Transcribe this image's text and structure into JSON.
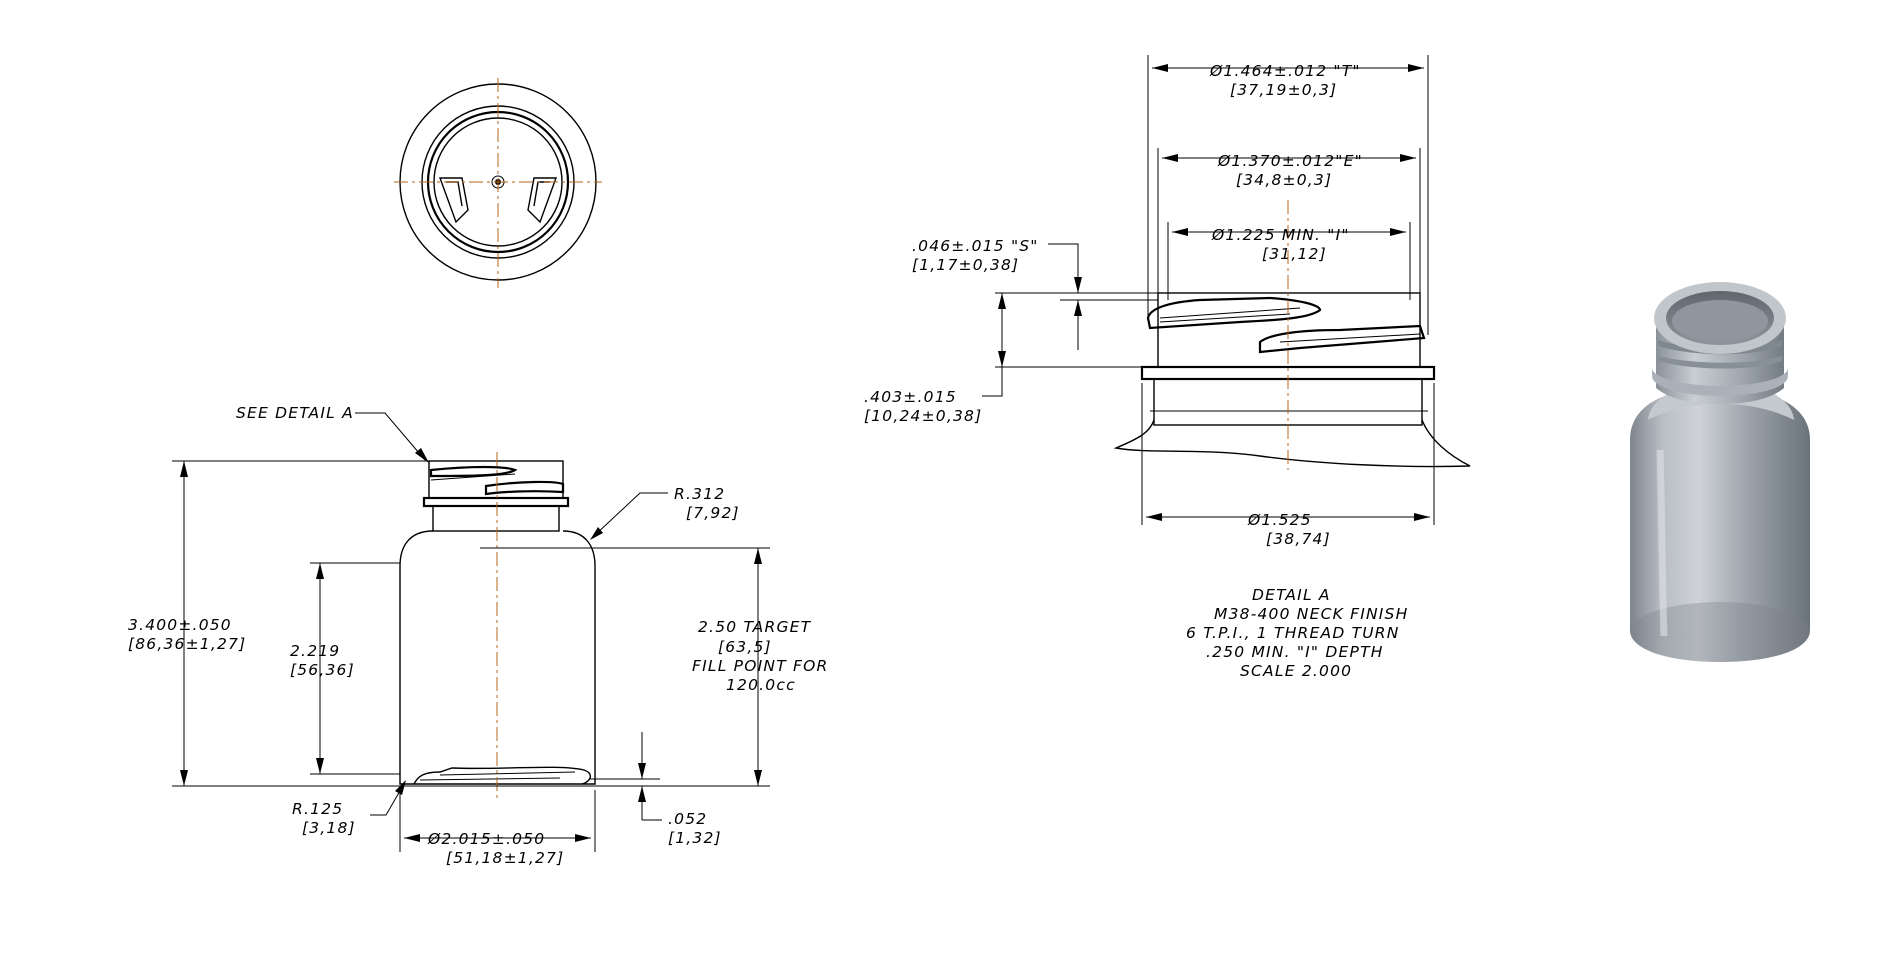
{
  "top_view": {},
  "front_view": {
    "see_detail": "SEE DETAIL  A",
    "overall_height": "3.400±.050",
    "overall_height_mm": "[86,36±1,27]",
    "body_height": "2.219",
    "body_height_mm": "[56,36]",
    "shoulder_radius": "R.312",
    "shoulder_radius_mm": "[7,92]",
    "fill_line1": "2.50   TARGET",
    "fill_line2": "[63,5]",
    "fill_line3": "FILL POINT FOR",
    "fill_line4": "120.0cc",
    "base_radius": "R.125",
    "base_radius_mm": "[3,18]",
    "push_up": ".052",
    "push_up_mm": "[1,32]",
    "diameter": "Ø2.015±.050",
    "diameter_mm": "[51,18±1,27]"
  },
  "detail_a": {
    "t_dim": "Ø1.464±.012 \"T\"",
    "t_dim_mm": "[37,19±0,3]",
    "e_dim": "Ø1.370±.012\"E\"",
    "e_dim_mm": "[34,8±0,3]",
    "i_dim": "Ø1.225 MIN. \"I\"",
    "i_dim_mm": "[31,12]",
    "s_dim": ".046±.015  \"S\"",
    "s_dim_mm": "[1,17±0,38]",
    "h_dim": ".403±.015",
    "h_dim_mm": "[10,24±0,38]",
    "bead_dim": "Ø1.525",
    "bead_dim_mm": "[38,74]",
    "caption1": "DETAIL  A",
    "caption2": "M38-400 NECK FINISH",
    "caption3": "6 T.P.I., 1 THREAD TURN",
    "caption4": ".250 MIN. \"I\" DEPTH",
    "caption5": "SCALE  2.000"
  },
  "iso_view": {
    "body_color": "#9aa1a8",
    "highlight_color": "#d6dadf",
    "shadow_color": "#6f777f"
  }
}
